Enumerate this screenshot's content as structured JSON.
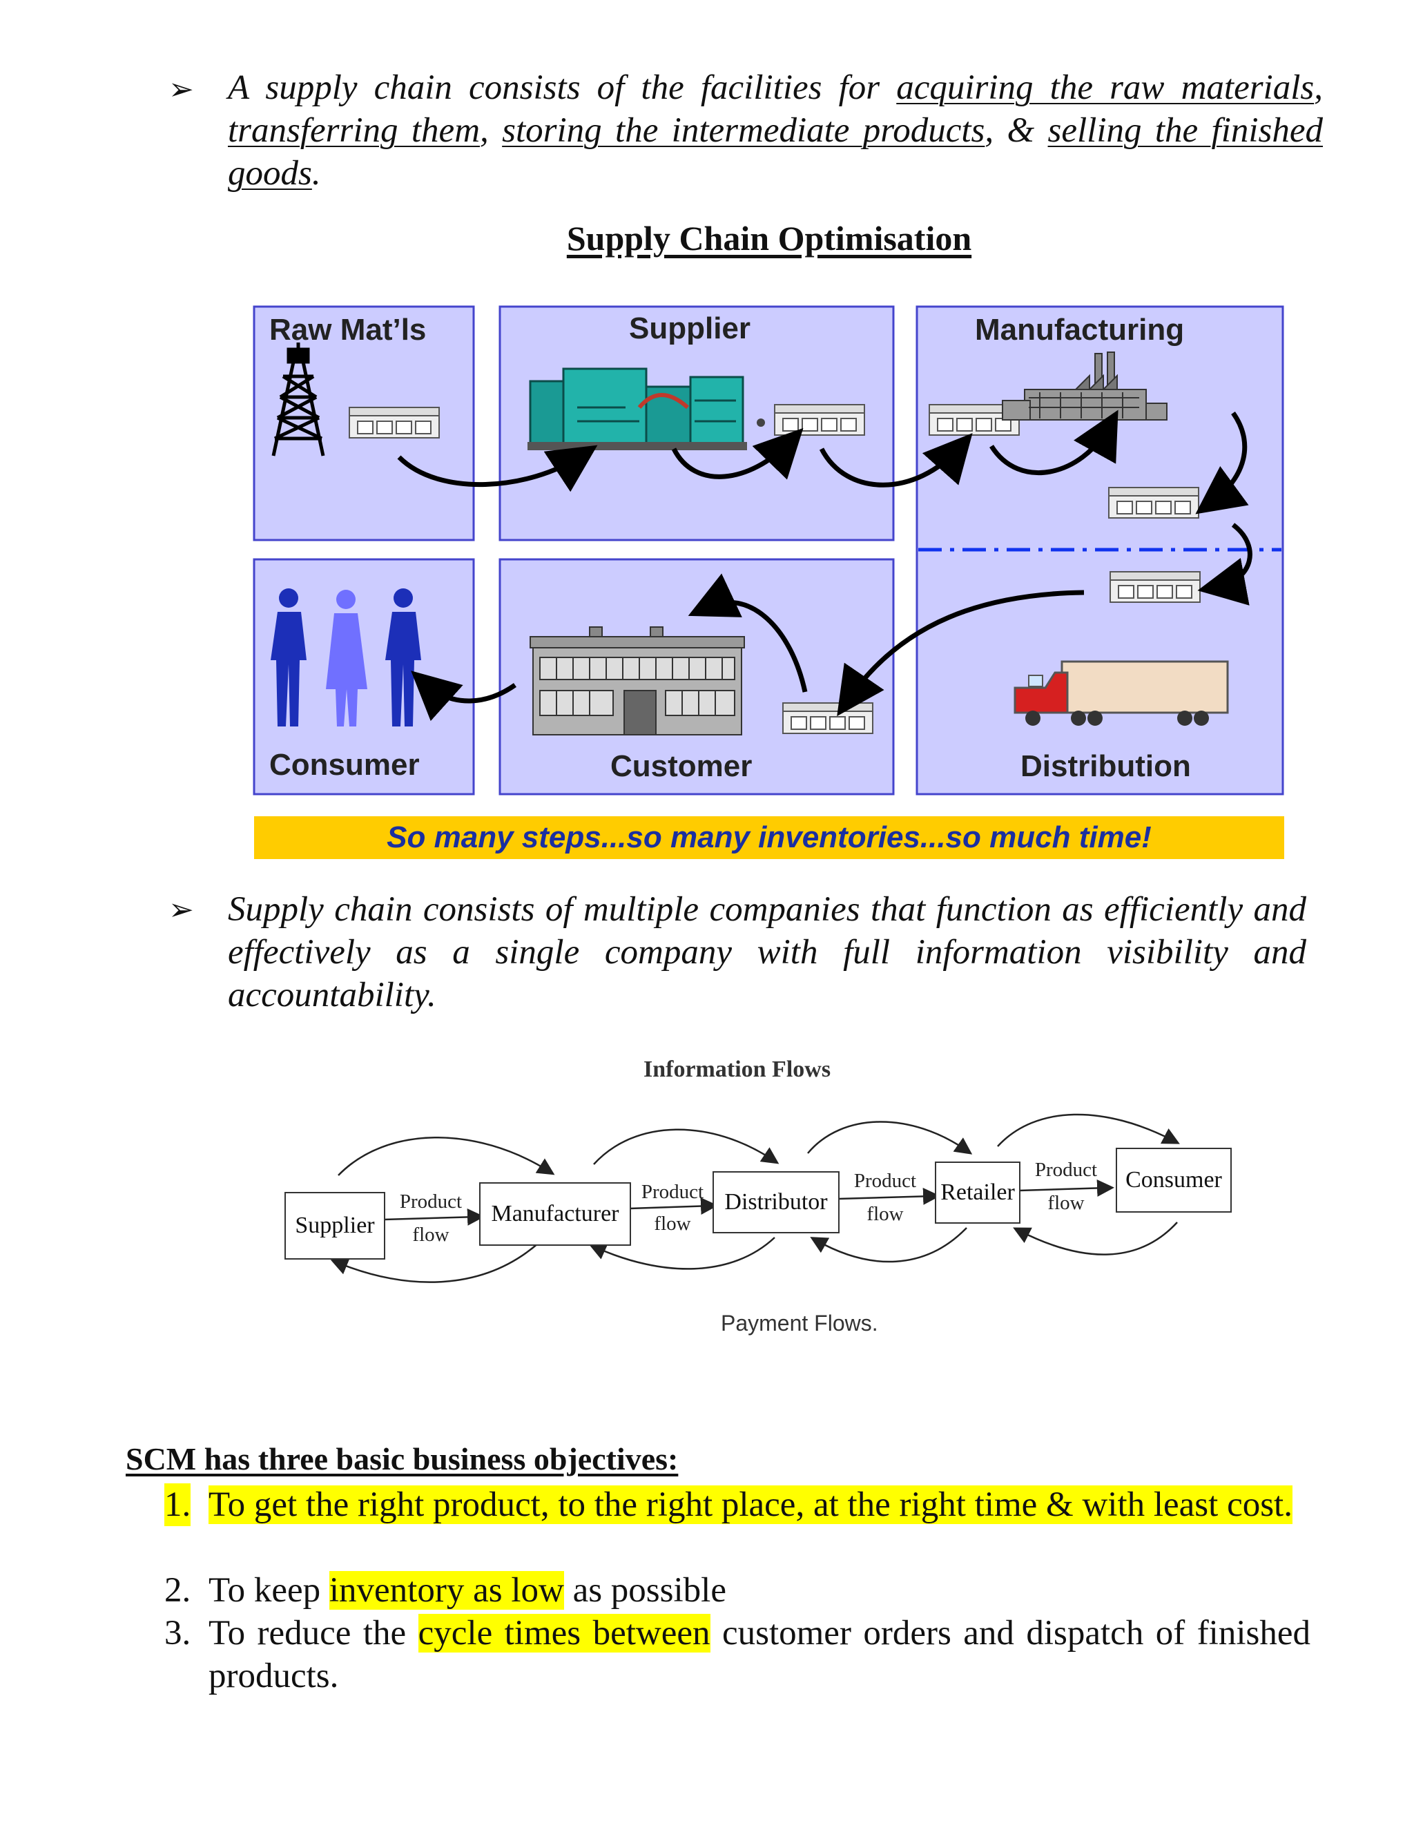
{
  "intro_bullet": {
    "pre": "A supply chain consists of the facilities for ",
    "u1": "acquiring the raw materials",
    "sep1": ", ",
    "u2": "transferring them",
    "sep2": ", ",
    "u3": "storing the intermediate products",
    "sep3": ", & ",
    "u4": "selling the finished goods",
    "end": "."
  },
  "scm_figure": {
    "title": "Supply Chain Optimisation",
    "panels": {
      "raw": "Raw Mat’ls",
      "supplier": "Supplier",
      "manufacturing": "Manufacturing",
      "consumer": "Consumer",
      "customer": "Customer",
      "distribution": "Distribution"
    },
    "banner": "So many steps...so many inventories...so much time!",
    "colors": {
      "panel_fill": "#ccccff",
      "panel_border": "#3333cc",
      "banner": "#ffcc00",
      "banner_text": "#1a2fa0"
    }
  },
  "second_bullet": "Supply chain consists of multiple companies that function as efficiently and effectively as a single company with full information visibility and accountability.",
  "flows_figure": {
    "info_label": "Information Flows",
    "payment_label": "Payment Flows.",
    "nodes": [
      "Supplier",
      "Manufacturer",
      "Distributor",
      "Retailer",
      "Consumer"
    ],
    "edge_line1": "Product",
    "edge_line2": "flow"
  },
  "objectives": {
    "heading": "SCM has three basic business objectives:",
    "items": [
      {
        "num": "1.",
        "text": "To get the right product, to the right place, at the right time & with least cost."
      },
      {
        "num": "2.",
        "pre": "To keep ",
        "highlight": "inventory as low",
        "post": " as possible"
      },
      {
        "num": "3.",
        "pre": "To reduce the ",
        "highlight": "cycle times between",
        "post": " customer orders and dispatch of finished products."
      }
    ],
    "highlight_color": "#ffff00"
  }
}
